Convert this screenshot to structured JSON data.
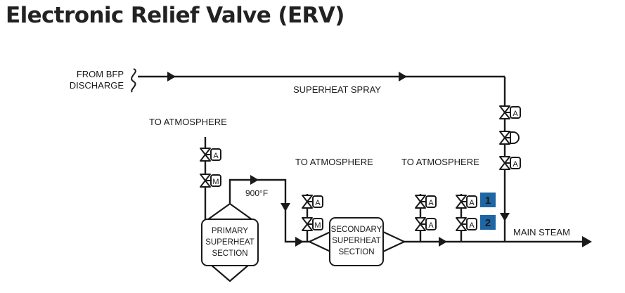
{
  "title": "Electronic Relief Valve (ERV)",
  "labels": {
    "from_bfp_line1": "FROM BFP",
    "from_bfp_line2": "DISCHARGE",
    "superheat_spray": "SUPERHEAT SPRAY",
    "to_atmosphere_1": "TO ATMOSPHERE",
    "to_atmosphere_2": "TO ATMOSPHERE",
    "to_atmosphere_3": "TO ATMOSPHERE",
    "temperature": "900°F",
    "main_steam": "MAIN STEAM"
  },
  "boxes": {
    "primary": [
      "PRIMARY",
      "SUPERHEAT",
      "SECTION"
    ],
    "secondary": [
      "SECONDARY",
      "SUPERHEAT",
      "SECTION"
    ]
  },
  "actuators": {
    "air": "A",
    "motor": "M"
  },
  "callouts": {
    "one": "1",
    "two": "2"
  },
  "colors": {
    "line": "#1a1a1a",
    "callout_fill": "#1f66a5",
    "title": "#222222"
  }
}
